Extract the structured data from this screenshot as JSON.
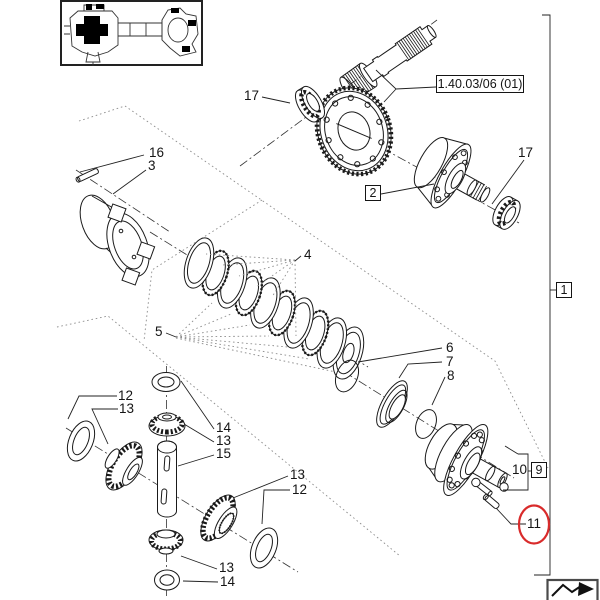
{
  "figure_type": "exploded-parts-diagram",
  "colors": {
    "background": "#ffffff",
    "line": "#1a1a1a",
    "highlight_red": "#d92b2b"
  },
  "reference_box": {
    "text": "1.40.03/06 (01)"
  },
  "group_markers": {
    "group1": "1",
    "part2": "2",
    "part9": "9"
  },
  "highlighted_part": {
    "text": "11"
  },
  "part_labels": [
    {
      "text": "17"
    },
    {
      "text": "17"
    },
    {
      "text": "16"
    },
    {
      "text": "3"
    },
    {
      "text": "4"
    },
    {
      "text": "5"
    },
    {
      "text": "6"
    },
    {
      "text": "7"
    },
    {
      "text": "8"
    },
    {
      "text": "10"
    },
    {
      "text": "12"
    },
    {
      "text": "13"
    },
    {
      "text": "14"
    },
    {
      "text": "13"
    },
    {
      "text": "15"
    },
    {
      "text": "13"
    },
    {
      "text": "12"
    },
    {
      "text": "13"
    },
    {
      "text": "14"
    }
  ]
}
